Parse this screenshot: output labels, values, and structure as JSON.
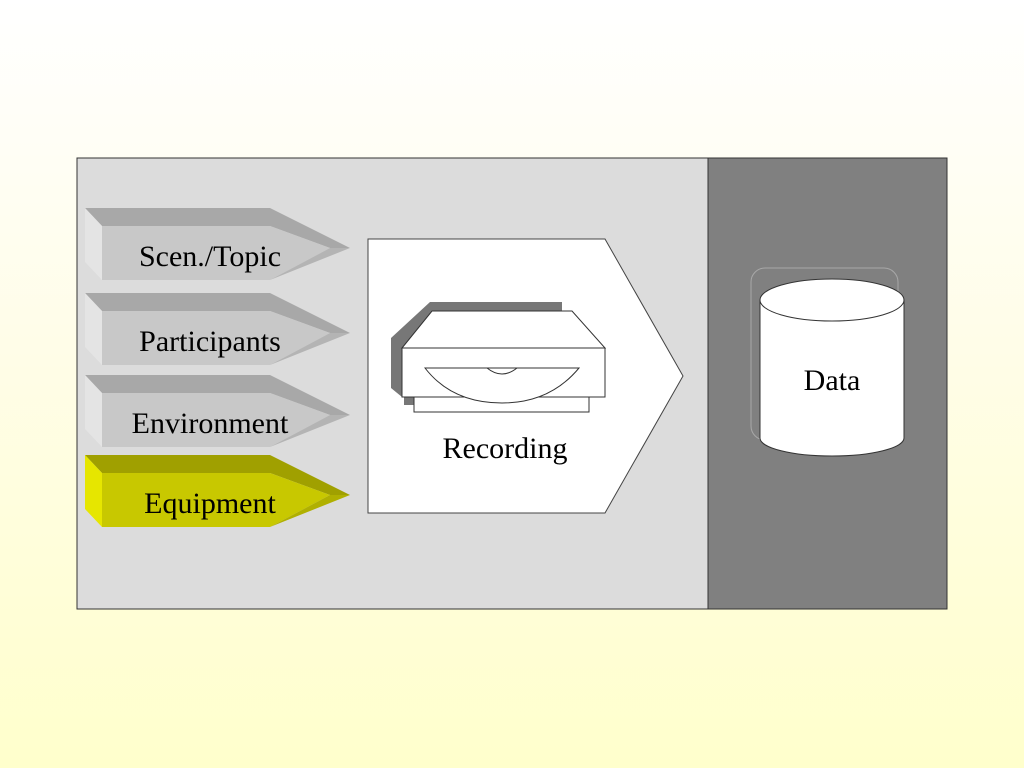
{
  "inputs": [
    {
      "label": "Scen./Topic",
      "highlighted": false
    },
    {
      "label": "Participants",
      "highlighted": false
    },
    {
      "label": "Environment",
      "highlighted": false
    },
    {
      "label": "Equipment",
      "highlighted": true
    }
  ],
  "process": {
    "label": "Recording",
    "icon": "disc-drive-icon"
  },
  "output": {
    "label": "Data",
    "icon": "database-cylinder-icon"
  },
  "colors": {
    "panel_light": "#dcdcdc",
    "panel_dark": "#808080",
    "tag_gray_face": "#c8c8c8",
    "tag_gray_top": "#a8a8a8",
    "tag_gray_side": "#e4e4e4",
    "tag_yellow_face": "#c8c800",
    "tag_yellow_top": "#a0a000",
    "tag_yellow_side": "#e6e600"
  }
}
